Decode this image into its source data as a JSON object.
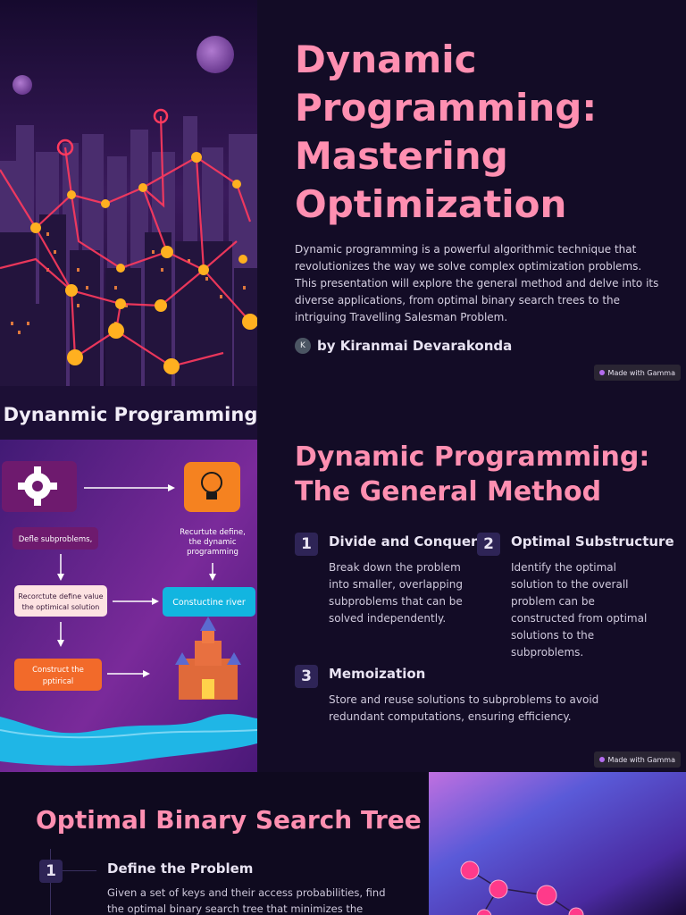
{
  "slide1": {
    "title": "Dynamic Programming: Mastering Optimization",
    "description": "Dynamic programming is a powerful algorithmic technique that revolutionizes the way we solve complex optimization problems. This presentation will explore the general method and delve into its diverse applications, from optimal binary search trees to the intriguing Travelling Salesman Problem.",
    "author_initial": "K",
    "author": "by Kiranmai Devarakonda",
    "badge": "Made with Gamma"
  },
  "slide2": {
    "illustration": {
      "heading": "Dynanmic Programming",
      "box1": "Defle subproblems,",
      "box2": "Recurtute define, the dynamic programming",
      "box3": "Recorctute define value the optimical solution",
      "box4": "Constuctine river",
      "box5": "Construct the pptirical"
    },
    "title": "Dynamic Programming: The General Method",
    "steps": [
      {
        "num": "1",
        "heading": "Divide and Conquer",
        "body": "Break down the problem into smaller, overlapping subproblems that can be solved independently."
      },
      {
        "num": "2",
        "heading": "Optimal Substructure",
        "body": "Identify the optimal solution to the overall problem can be constructed from optimal solutions to the subproblems."
      },
      {
        "num": "3",
        "heading": "Memoization",
        "body": "Store and reuse solutions to subproblems to avoid redundant computations, ensuring efficiency."
      }
    ],
    "badge": "Made with Gamma"
  },
  "slide3": {
    "title": "Optimal Binary Search Tree",
    "step": {
      "num": "1",
      "heading": "Define the Problem",
      "body": "Given a set of keys and their access probabilities, find the optimal binary search tree that minimizes the expected"
    }
  },
  "colors": {
    "accent": "#ff8fb1",
    "background": "#130c26",
    "step_badge": "#2e2456"
  },
  "icons": [
    "gear-icon",
    "lightbulb-icon",
    "castle-icon",
    "gamma-logo-icon"
  ]
}
